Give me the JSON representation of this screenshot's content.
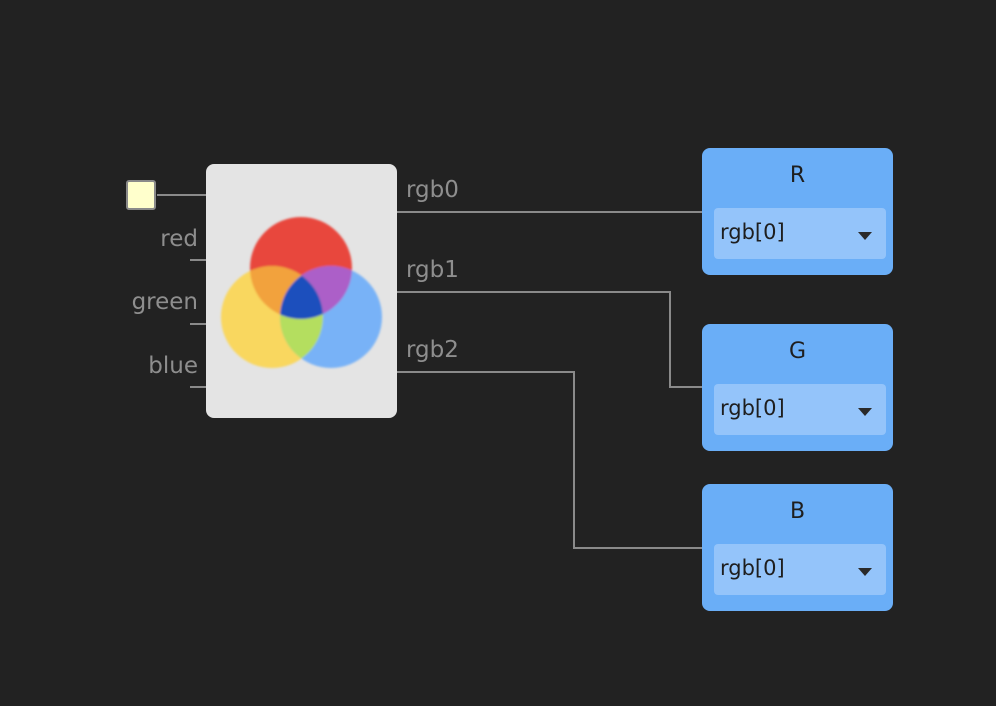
{
  "splitter": {
    "inputs": [
      "red",
      "green",
      "blue"
    ],
    "outputs": [
      "rgb0",
      "rgb1",
      "rgb2"
    ],
    "icon": "rgb-venn-icon",
    "clock_icon": "clock-input-triangle-icon"
  },
  "probes": [
    {
      "title": "R",
      "selected": "rgb[0]"
    },
    {
      "title": "G",
      "selected": "rgb[0]"
    },
    {
      "title": "B",
      "selected": "rgb[0]"
    }
  ],
  "colors": {
    "background": "#222222",
    "wire": "#8a8a8a",
    "block": "#e4e4e4",
    "probe": "#6aaef7",
    "probe_select": "#94c4fa",
    "clock_box": "#ffffcc",
    "venn_red": "#e8463c",
    "venn_yellow": "#f9d75e",
    "venn_blue": "#78b2f7"
  }
}
